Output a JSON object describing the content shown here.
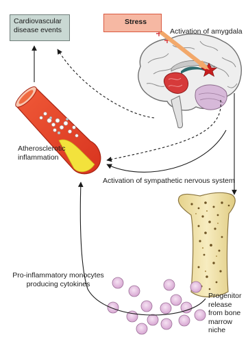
{
  "labels": {
    "cardiovascular_events": "Cardiovascular disease events",
    "stress": "Stress",
    "amygdala": "Activation of amygdala",
    "atherosclerotic": "Atherosclerotic inflammation",
    "sympathetic": "Activation of sympathetic nervous system",
    "monocytes": "Pro-inflammatory monocytes producing cytokines",
    "progenitor": "Progenitor release from bone marrow niche",
    "plus_signs": "+ +"
  },
  "colors": {
    "events_box_fill": "#c9d8d3",
    "stress_box_fill": "#f6b8a3",
    "stress_border": "#d9573e",
    "amygdala_star": "#c81e1e",
    "vessel_wall": "#e8422c",
    "plaque_yellow": "#f3e23c",
    "bone": "#f0e2a6",
    "monocyte": "#e3b8de"
  }
}
